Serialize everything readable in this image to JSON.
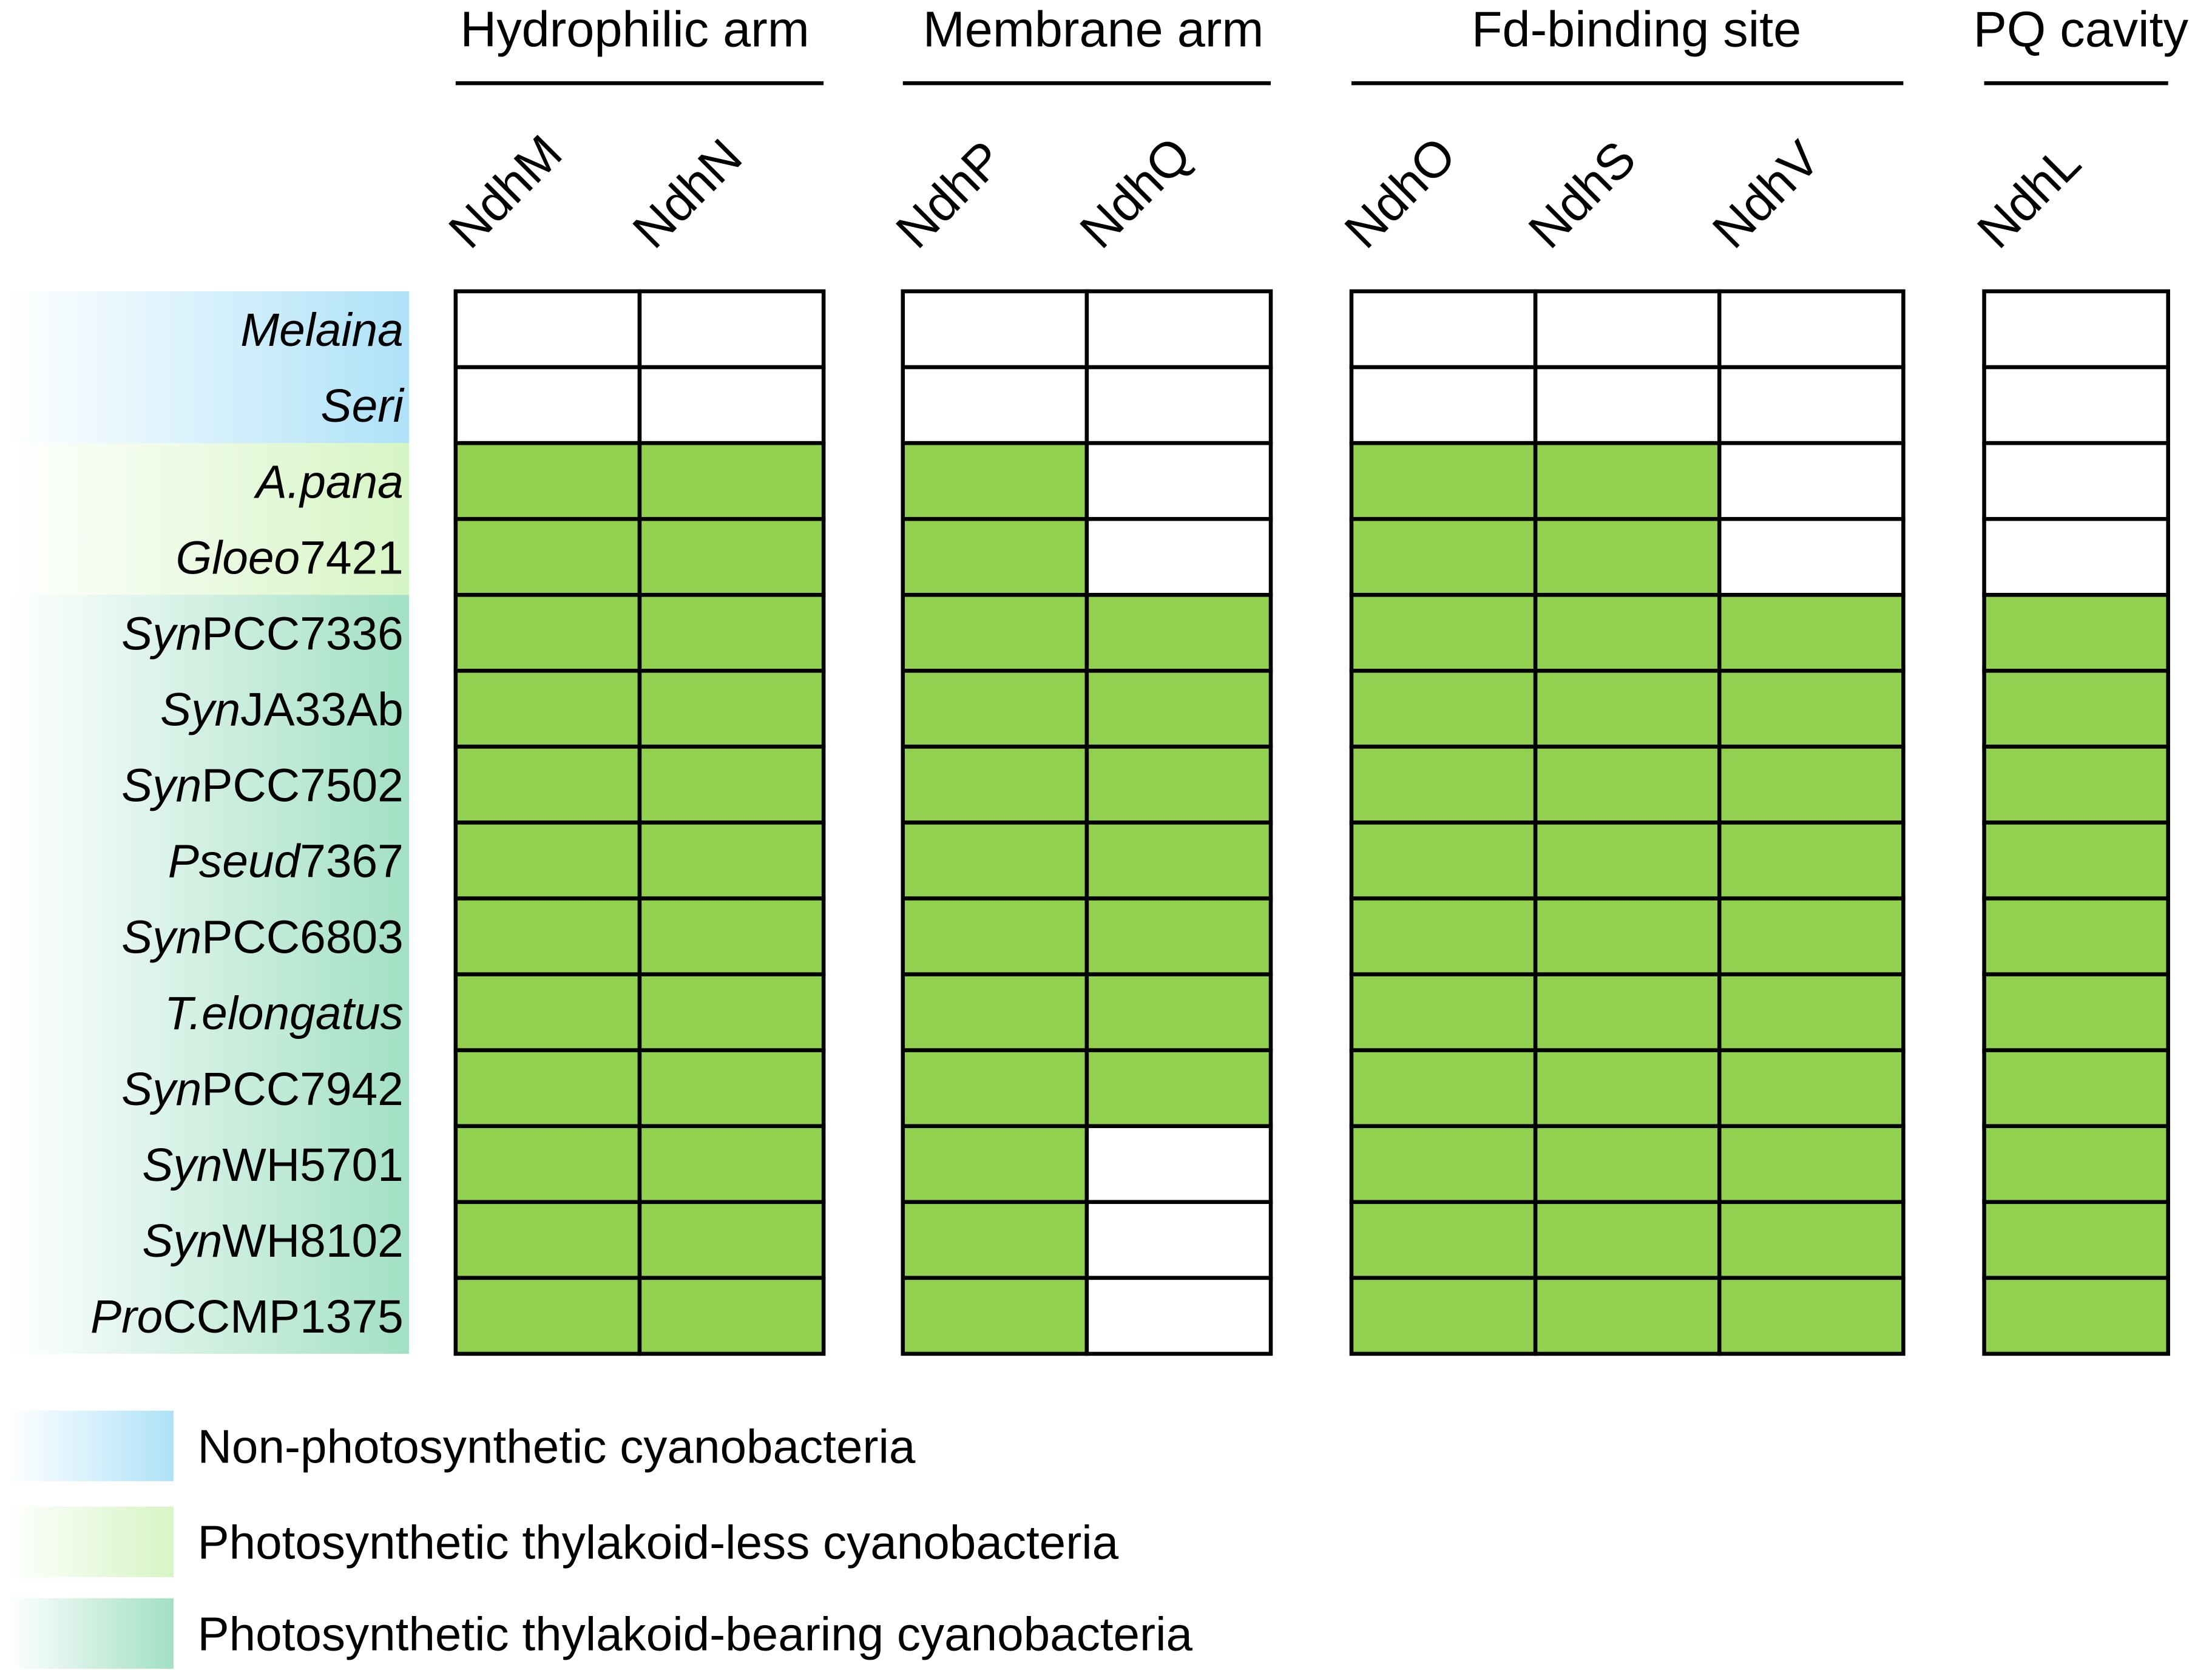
{
  "chart_data": {
    "type": "table",
    "groups": [
      {
        "name": "Hydrophilic arm",
        "subunits": [
          "NdhM",
          "NdhN"
        ]
      },
      {
        "name": "Membrane arm",
        "subunits": [
          "NdhP",
          "NdhQ"
        ]
      },
      {
        "name": "Fd-binding site",
        "subunits": [
          "NdhO",
          "NdhS",
          "NdhV"
        ]
      },
      {
        "name": "PQ cavity",
        "subunits": [
          "NdhL"
        ]
      }
    ],
    "columns": [
      "NdhM",
      "NdhN",
      "NdhP",
      "NdhQ",
      "NdhO",
      "NdhS",
      "NdhV",
      "NdhL"
    ],
    "rows": [
      {
        "italic": "Melaina",
        "plain": "",
        "category": 0,
        "present": [
          0,
          0,
          0,
          0,
          0,
          0,
          0,
          0
        ]
      },
      {
        "italic": "Seri",
        "plain": "",
        "category": 0,
        "present": [
          0,
          0,
          0,
          0,
          0,
          0,
          0,
          0
        ]
      },
      {
        "italic": "A.pana",
        "plain": "",
        "category": 1,
        "present": [
          1,
          1,
          1,
          0,
          1,
          1,
          0,
          0
        ]
      },
      {
        "italic": "Gloeo",
        "plain": "7421",
        "category": 1,
        "present": [
          1,
          1,
          1,
          0,
          1,
          1,
          0,
          0
        ]
      },
      {
        "italic": "Syn",
        "plain": "PCC7336",
        "category": 2,
        "present": [
          1,
          1,
          1,
          1,
          1,
          1,
          1,
          1
        ]
      },
      {
        "italic": "Syn",
        "plain": "JA33Ab",
        "category": 2,
        "present": [
          1,
          1,
          1,
          1,
          1,
          1,
          1,
          1
        ]
      },
      {
        "italic": "Syn",
        "plain": "PCC7502",
        "category": 2,
        "present": [
          1,
          1,
          1,
          1,
          1,
          1,
          1,
          1
        ]
      },
      {
        "italic": "Pseud",
        "plain": "7367",
        "category": 2,
        "present": [
          1,
          1,
          1,
          1,
          1,
          1,
          1,
          1
        ]
      },
      {
        "italic": "Syn",
        "plain": "PCC6803",
        "category": 2,
        "present": [
          1,
          1,
          1,
          1,
          1,
          1,
          1,
          1
        ]
      },
      {
        "italic": "T.elongatus",
        "plain": "",
        "category": 2,
        "present": [
          1,
          1,
          1,
          1,
          1,
          1,
          1,
          1
        ]
      },
      {
        "italic": "Syn",
        "plain": "PCC7942",
        "category": 2,
        "present": [
          1,
          1,
          1,
          1,
          1,
          1,
          1,
          1
        ]
      },
      {
        "italic": "Syn",
        "plain": "WH5701",
        "category": 2,
        "present": [
          1,
          1,
          1,
          0,
          1,
          1,
          1,
          1
        ]
      },
      {
        "italic": "Syn",
        "plain": "WH8102",
        "category": 2,
        "present": [
          1,
          1,
          1,
          0,
          1,
          1,
          1,
          1
        ]
      },
      {
        "italic": "Pro",
        "plain": "CCMP1375",
        "category": 2,
        "present": [
          1,
          1,
          1,
          0,
          1,
          1,
          1,
          1
        ]
      }
    ],
    "legend": [
      {
        "label": "Non-photosynthetic cyanobacteria",
        "color": "#aee2f8"
      },
      {
        "label": "Photosynthetic thylakoid-less cyanobacteria",
        "color": "#d6f5c4"
      },
      {
        "label": "Photosynthetic thylakoid-bearing cyanobacteria",
        "color": "#a2e0c4"
      }
    ],
    "present_color": "#92d050",
    "absent_color": "#ffffff"
  }
}
